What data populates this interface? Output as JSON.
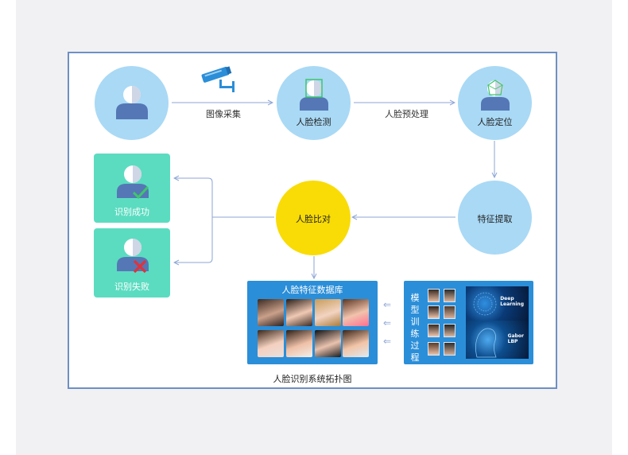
{
  "nodes": {
    "capture": {
      "label": ""
    },
    "detect": {
      "label": "人脸检测"
    },
    "locate": {
      "label": "人脸定位"
    },
    "feature": {
      "label": "特征提取"
    },
    "compare": {
      "label": "人脸比对"
    },
    "success": {
      "label": "识别成功"
    },
    "failure": {
      "label": "识别失败"
    }
  },
  "edges": {
    "capture_to_detect": "图像采集",
    "detect_to_locate": "人脸预处理"
  },
  "database": {
    "title": "人脸特征数据库"
  },
  "training": {
    "title_chars": [
      "模",
      "型",
      "训",
      "练",
      "过",
      "程"
    ],
    "models": [
      {
        "line1": "Deep",
        "line2": "Learning"
      },
      {
        "line1": "Gabor",
        "line2": "LBP"
      }
    ]
  },
  "caption": "人脸识别系统拓扑图",
  "colors": {
    "node_blue": "#a9d9f5",
    "node_yellow": "#f9dc05",
    "result_green": "#5bdcc0",
    "panel_blue": "#2b8ed8",
    "connector": "#8ea6d6",
    "frame_border": "#6e8fc4"
  },
  "icons": [
    "camera-icon",
    "person-icon",
    "face-scan-icon",
    "face-mesh-icon",
    "check-icon",
    "cross-icon"
  ]
}
